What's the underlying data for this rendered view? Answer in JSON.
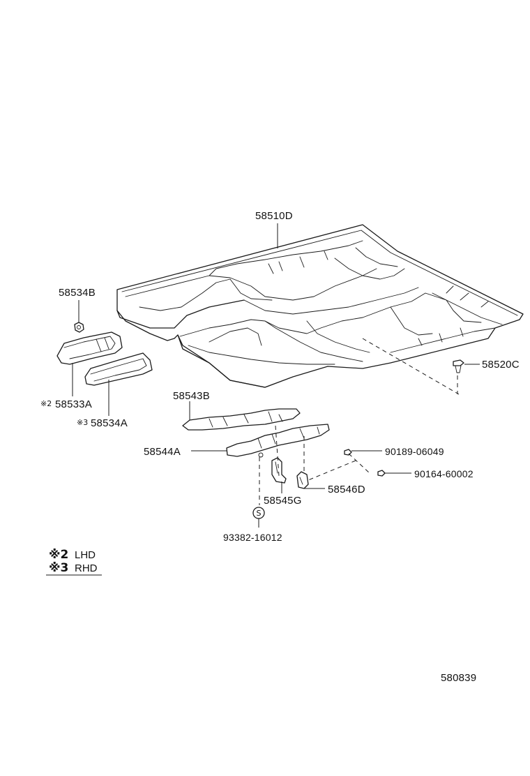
{
  "parts": {
    "p58510D": "58510D",
    "p58534B": "58534B",
    "p58520C": "58520C",
    "p58533A": "58533A",
    "p58533A_mark": "※2",
    "p58534A": "58534A",
    "p58534A_mark": "※3",
    "p58543B": "58543B",
    "p58544A": "58544A",
    "p90189": "90189-06049",
    "p90164": "90164-60002",
    "p58546D": "58546D",
    "p58545G": "58545G",
    "p93382": "93382-16012",
    "s_symbol": "S"
  },
  "legend": {
    "mark2": "※2",
    "text2": "LHD",
    "mark3": "※3",
    "text3": "RHD"
  },
  "diagram_id": "580839"
}
